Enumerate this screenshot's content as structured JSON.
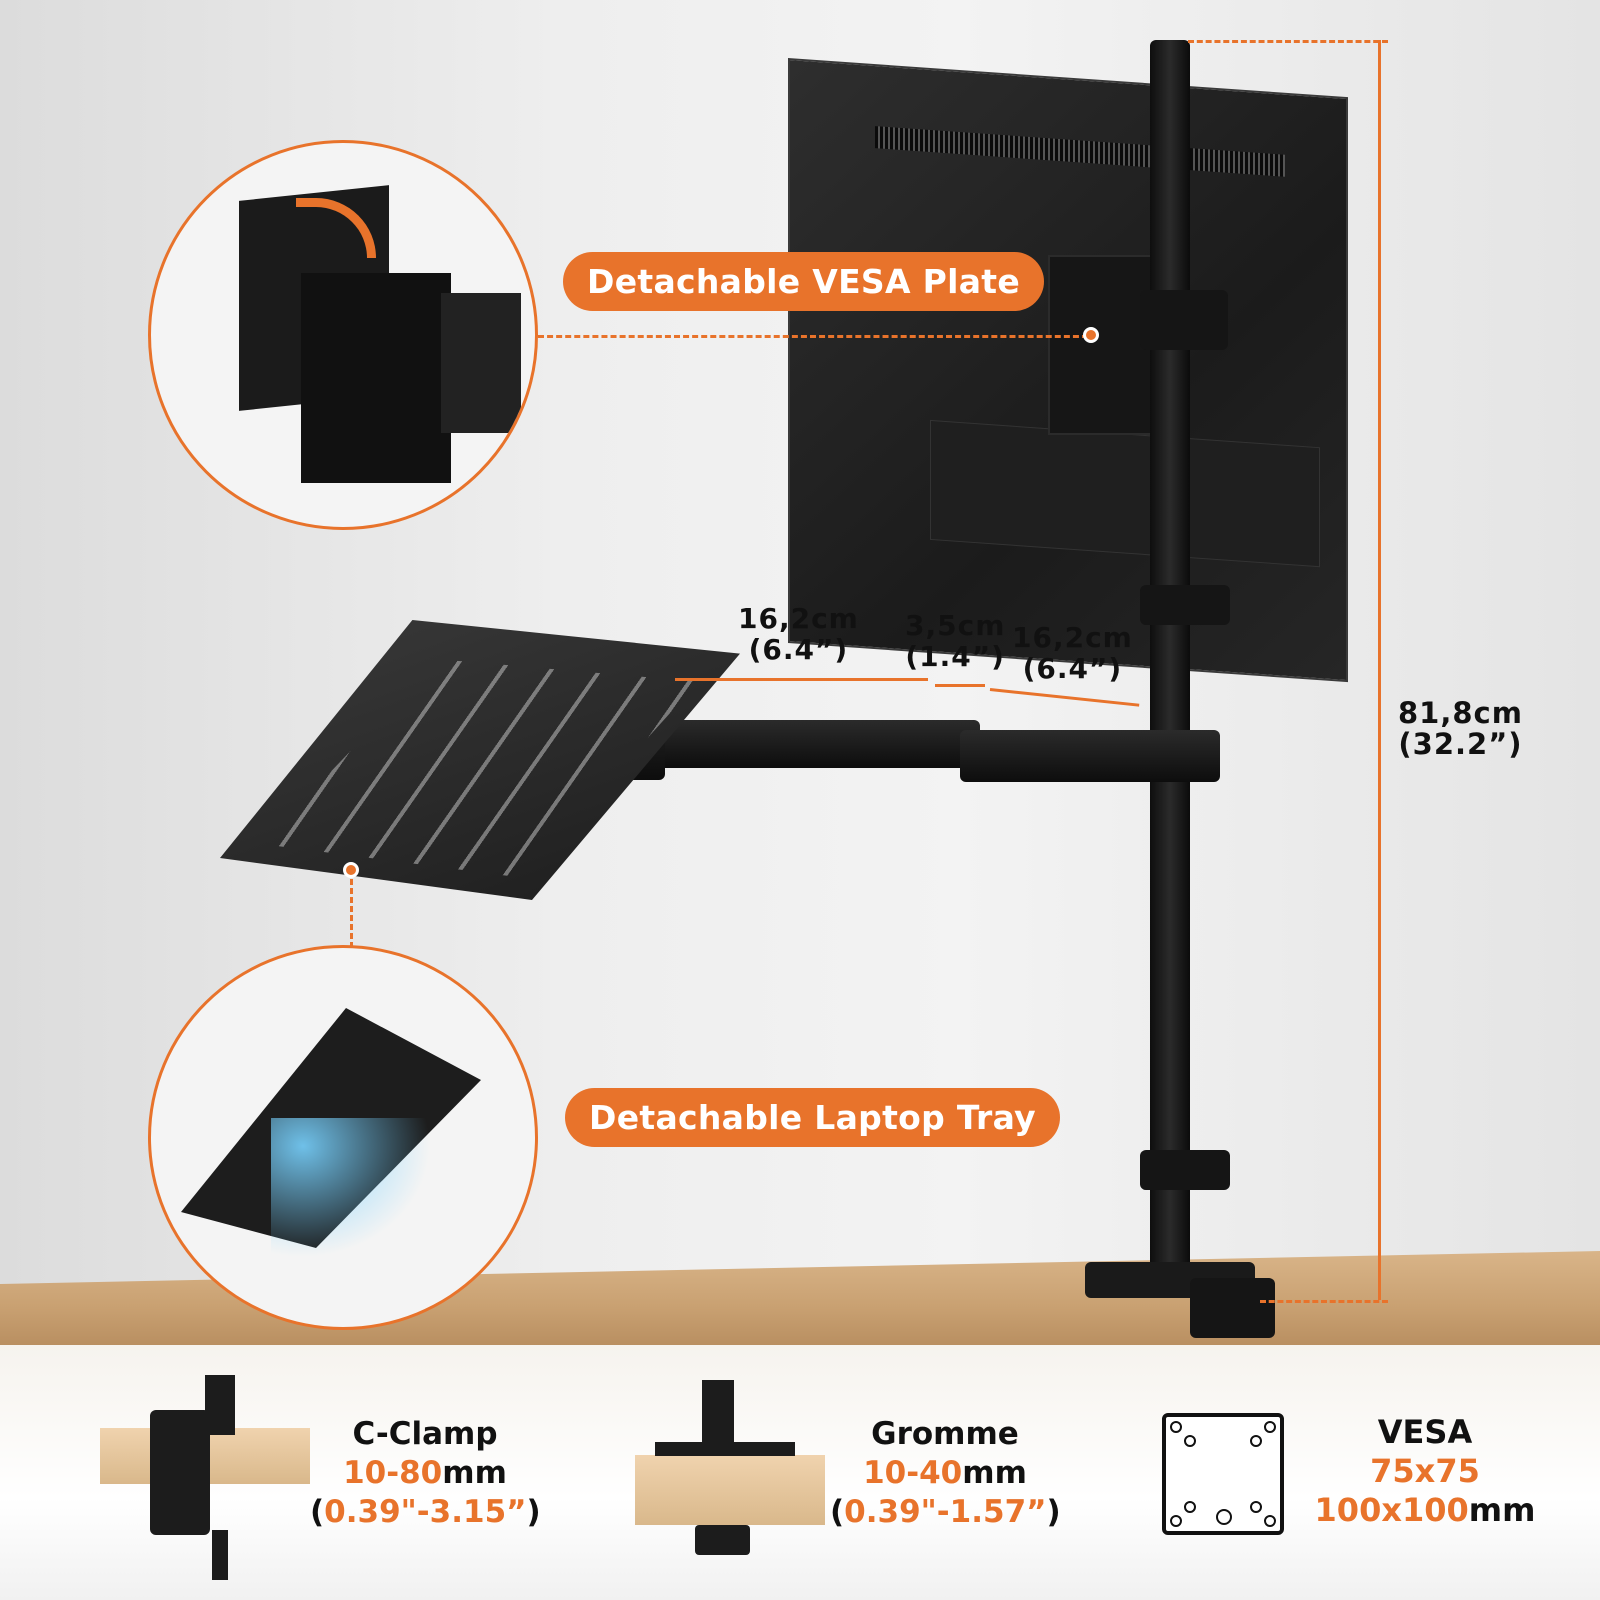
{
  "product": "Single monitor desk mount with laptop tray",
  "callouts": {
    "vesa_plate": "Detachable VESA Plate",
    "laptop_tray": "Detachable Laptop Tray"
  },
  "dimensions": {
    "arm_segment_1": {
      "metric": "16,2cm",
      "imperial": "(6.4”)"
    },
    "arm_gap": {
      "metric": "3,5cm",
      "imperial": "(1.4”)"
    },
    "arm_segment_2": {
      "metric": "16,2cm",
      "imperial": "(6.4”)"
    },
    "pole_height": {
      "metric": "81,8cm",
      "imperial": "(32.2”)"
    }
  },
  "specs": {
    "c_clamp": {
      "title": "C-Clamp",
      "range": "10-80",
      "unit": "mm",
      "imperial_open": "(",
      "imperial": "0.39\"-3.15”",
      "imperial_close": ")"
    },
    "grommet": {
      "title": "Gromme",
      "range": "10-40",
      "unit": "mm",
      "imperial_open": "(",
      "imperial": "0.39\"-1.57”",
      "imperial_close": ")"
    },
    "vesa": {
      "title": "VESA",
      "size_1": "75x75",
      "size_2": "100x100",
      "unit": "mm"
    }
  },
  "colors": {
    "accent": "#e8732b",
    "text": "#111111",
    "product": "#1b1b1b"
  }
}
